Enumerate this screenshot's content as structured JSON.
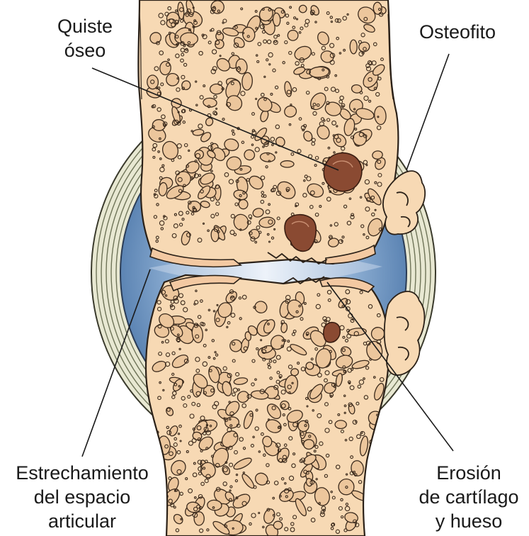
{
  "labels": {
    "bone_cyst": {
      "line1": "Quiste",
      "line2": "óseo"
    },
    "osteophyte": {
      "line1": "Osteofito"
    },
    "joint_space_narrowing": {
      "line1": "Estrechamiento",
      "line2": "del espacio",
      "line3": "articular"
    },
    "erosion": {
      "line1": "Erosión",
      "line2": "de cartílago",
      "line3": "y hueso"
    }
  },
  "colors": {
    "bone": "#f7d9b4",
    "bone_outline": "#2b2118",
    "synovial_fluid": "#5b86b8",
    "cartilage_highlight": "#e6eef8",
    "capsule": "#e8e8d2",
    "capsule_lines": "#6f7458",
    "cyst": "#8a4a32",
    "trabecula": "#ecc69c"
  }
}
